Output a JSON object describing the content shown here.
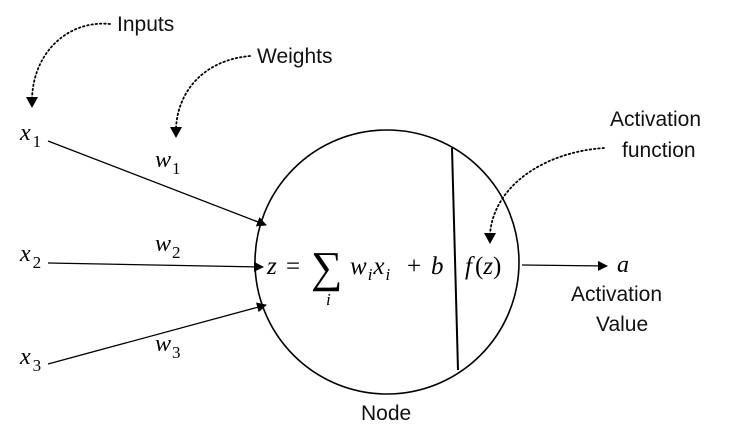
{
  "inputs": [
    {
      "symbol": "x",
      "sub": "1"
    },
    {
      "symbol": "x",
      "sub": "2"
    },
    {
      "symbol": "x",
      "sub": "3"
    }
  ],
  "weights": [
    {
      "symbol": "w",
      "sub": "1"
    },
    {
      "symbol": "w",
      "sub": "2"
    },
    {
      "symbol": "w",
      "sub": "3"
    }
  ],
  "annotations": {
    "inputs": "Inputs",
    "weights": "Weights",
    "activation_function_line1": "Activation",
    "activation_function_line2": "function",
    "activation_value_line1": "Activation",
    "activation_value_line2": "Value",
    "node": "Node"
  },
  "formula": {
    "lhs": "z",
    "equals": "=",
    "sum": "∑",
    "index": "i",
    "w": "w",
    "w_sub": "i",
    "x": "x",
    "x_sub": "i",
    "plus": "+",
    "b": "b"
  },
  "activation": {
    "f": "f",
    "open": "(",
    "arg": "z",
    "close": ")"
  },
  "output": {
    "symbol": "a"
  }
}
